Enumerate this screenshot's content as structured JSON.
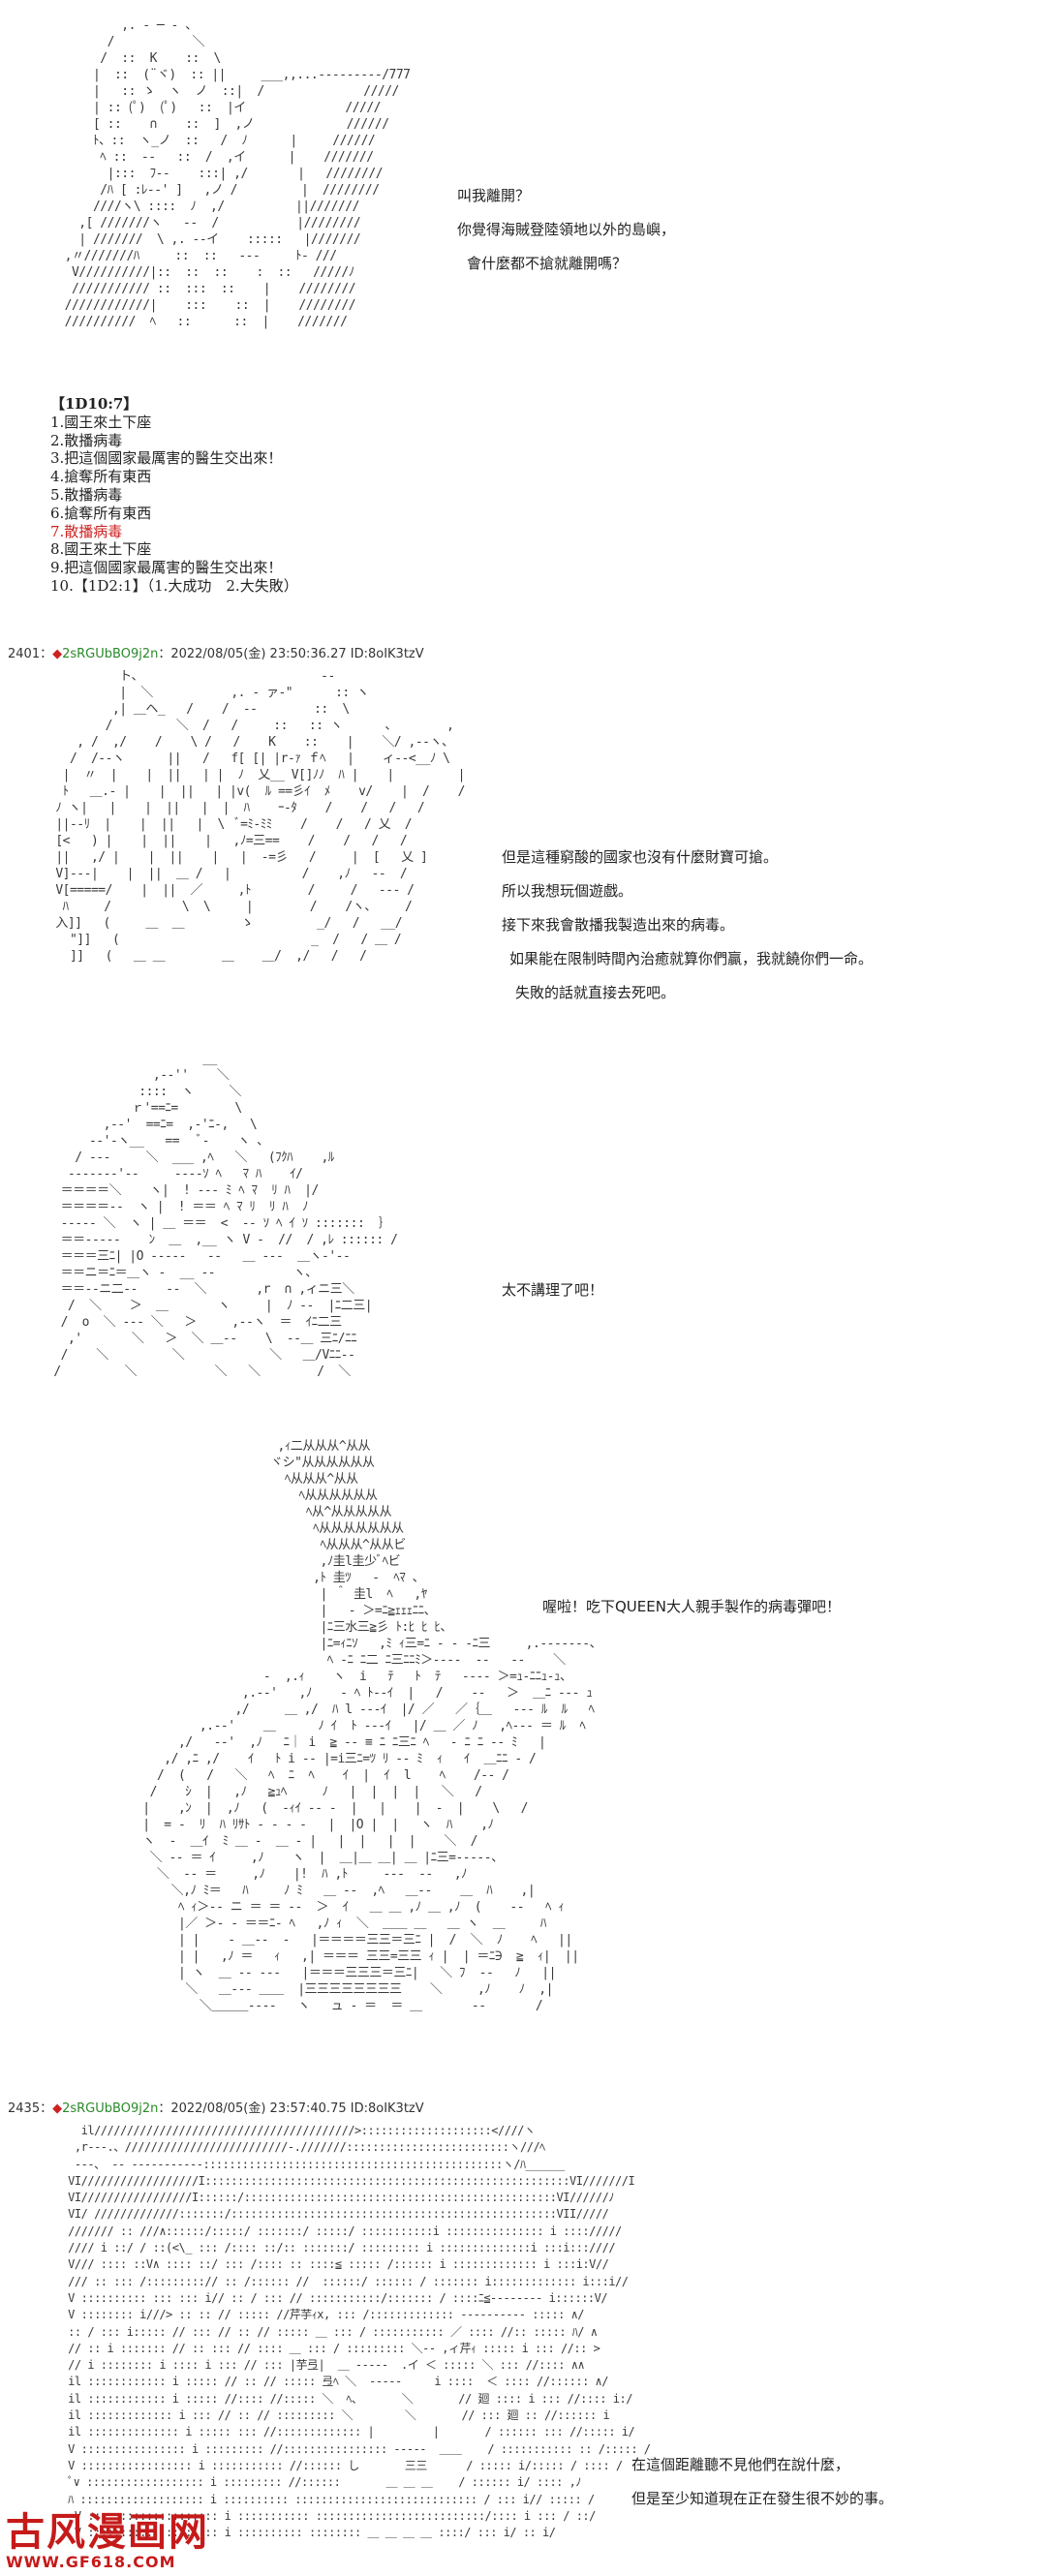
{
  "panel1": {
    "lines": [
      "叫我離開？",
      "你覺得海賊登陸領地以外的島嶼，",
      "會什麼都不搶就離開嗎？"
    ]
  },
  "roll": {
    "title": "【1D10:7】",
    "items": [
      "1.國王來土下座",
      "2.散播病毒",
      "3.把這個國家最厲害的醫生交出來！",
      "4.搶奪所有東西",
      "5.散播病毒",
      "6.搶奪所有東西",
      "7.散播病毒",
      "8.國王來土下座",
      "9.把這個國家最厲害的醫生交出來！",
      "10.【1D2:1】（1.大成功　2.大失敗）"
    ],
    "highlight_index": 6
  },
  "post1": {
    "number": "2401",
    "separator": "：",
    "diamond": "◆",
    "trip": "2sRGUbBO9j2n",
    "meta": "：2022/08/05(金) 23:50:36.27 ID:8oIK3tzV"
  },
  "panel2": {
    "lines": [
      "但是這種窮酸的國家也沒有什麼財寶可搶。",
      "所以我想玩個遊戲。",
      "接下來我會散播我製造出來的病毒。",
      "如果能在限制時間內治癒就算你們贏，我就饒你們一命。",
      "失敗的話就直接去死吧。"
    ]
  },
  "panel3": {
    "line": "太不講理了吧！"
  },
  "panel4": {
    "line": "喔啦！吃下QUEEN大人親手製作的病毒彈吧！"
  },
  "post2": {
    "number": "2435",
    "separator": "：",
    "diamond": "◆",
    "trip": "2sRGUbBO9j2n",
    "meta": "：2022/08/05(金) 23:57:40.75 ID:8oIK3tzV"
  },
  "panel5": {
    "lines": [
      "在這個距離聽不見他們在說什麼，",
      "但是至少知道現在正在發生很不妙的事。"
    ]
  },
  "watermark": {
    "title": "古风漫画网",
    "url": "WWW.GF618.COM"
  },
  "colors": {
    "trip": "#2a8a2a",
    "diamond": "#cc2222",
    "highlight": "#cc2222",
    "watermark": "#c61a1a"
  }
}
